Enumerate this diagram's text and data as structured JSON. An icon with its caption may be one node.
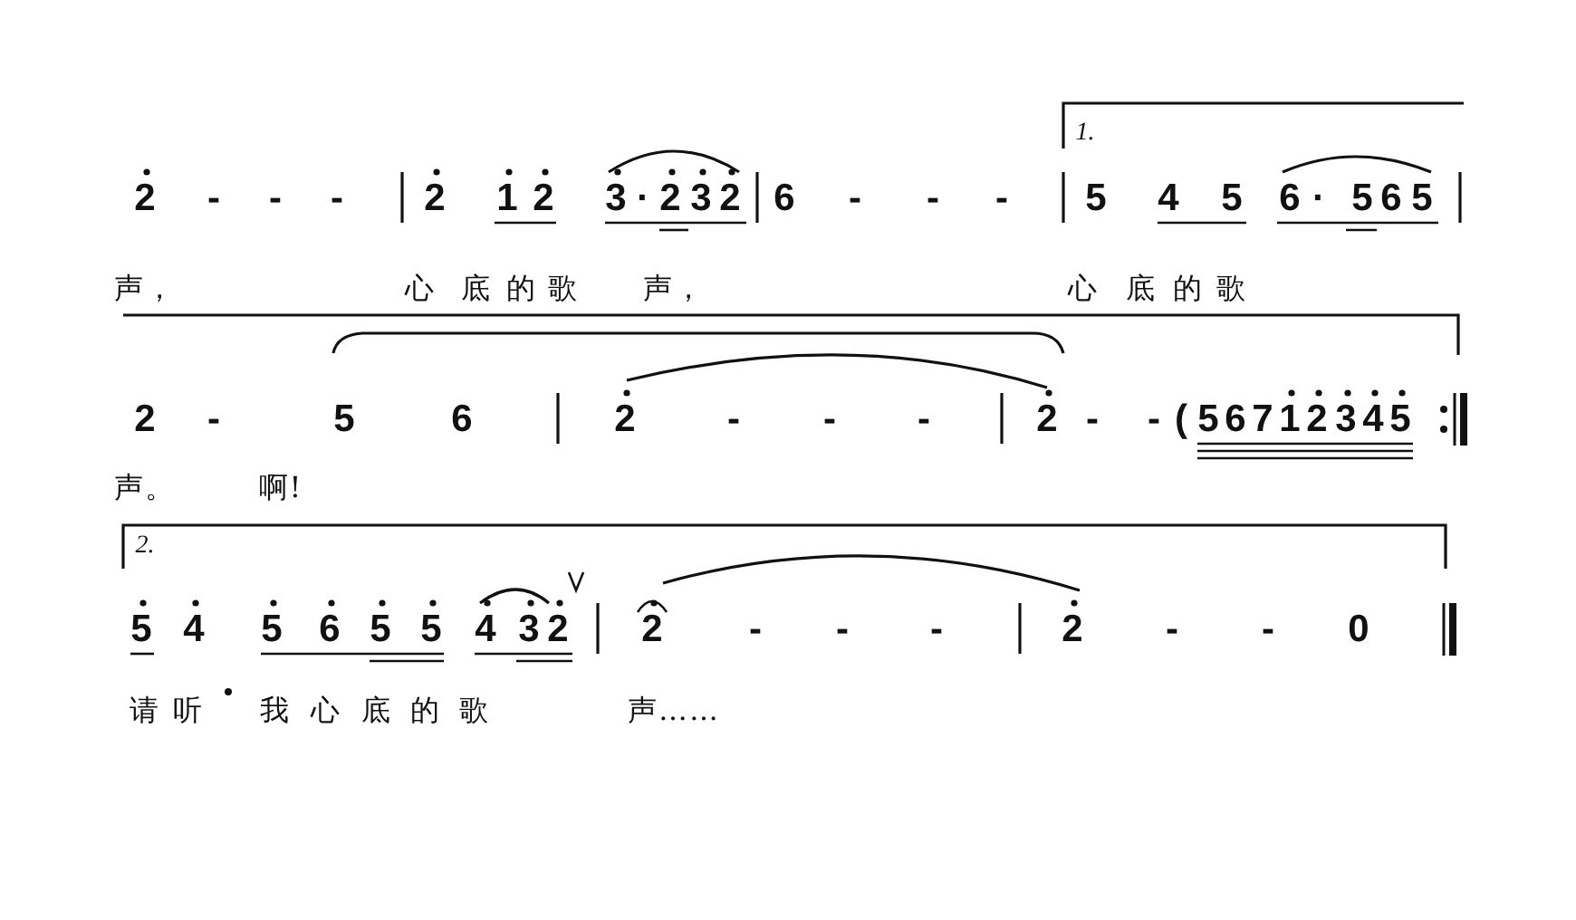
{
  "diagram": {
    "labels": [
      "2",
      "-",
      "-",
      "-",
      "2",
      "1",
      "2",
      "3",
      "·",
      "2",
      "3",
      "2",
      "6",
      "-",
      "-",
      "-",
      "1.",
      "5",
      "4",
      "5",
      "6",
      "·",
      "5",
      "6",
      "5",
      "声，",
      "心",
      "底",
      "的",
      "歌",
      "声，",
      "心",
      "底",
      "的",
      "歌",
      "2",
      "-",
      "5",
      "6",
      "2",
      "-",
      "-",
      "-",
      "2",
      "-",
      "-",
      "(",
      "5",
      "6",
      "7",
      "1",
      "2",
      "3",
      "4",
      "5",
      "声。",
      "啊!",
      "2.",
      "5",
      "4",
      "5",
      "6",
      "5",
      "5",
      "4",
      "3",
      "2",
      "2",
      "-",
      "-",
      "-",
      "2",
      "-",
      "-",
      "0",
      "请",
      "听",
      "我",
      "心",
      "底",
      "的",
      "歌",
      "声……"
    ]
  }
}
